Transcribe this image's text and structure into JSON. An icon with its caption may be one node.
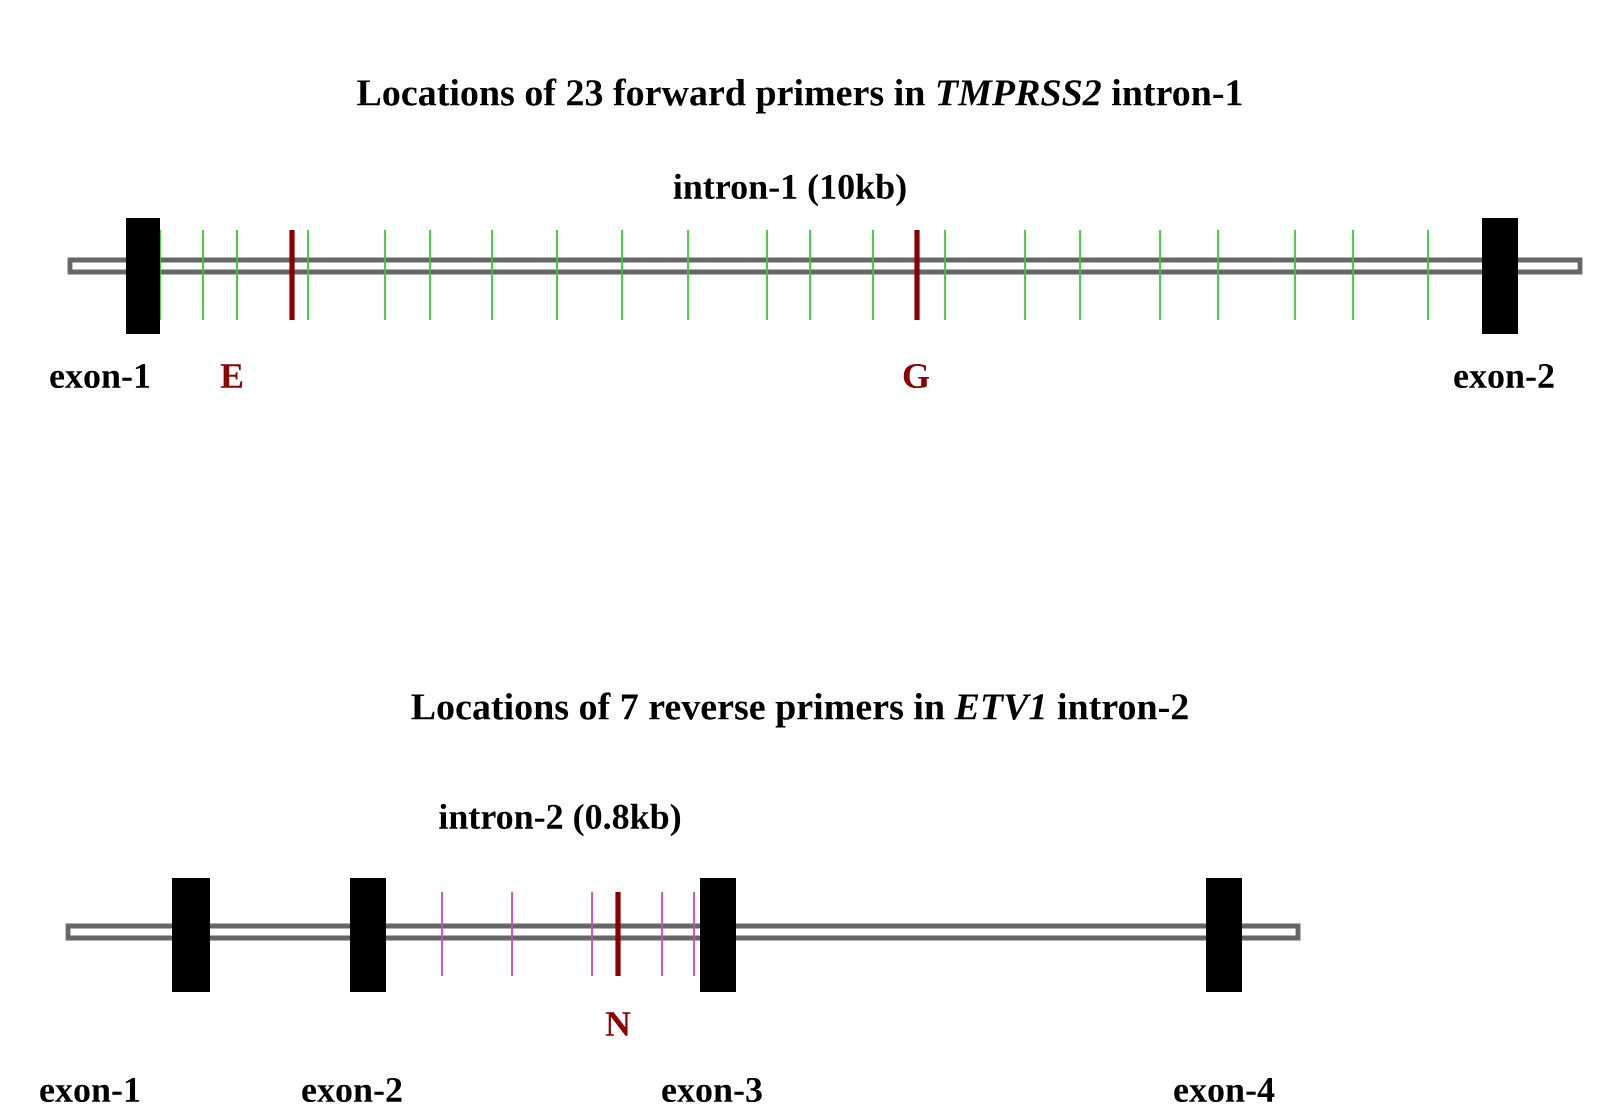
{
  "diagram": {
    "labels": [
      "Locations of 23 forward primers in *TMPRSS2* intron-1",
      "intron-1 (10kb)",
      "exon-1",
      "E",
      "G",
      "exon-2",
      "Locations of 7 reverse primers in *ETV1* intron-2",
      "intron-2 (0.8kb)",
      "N",
      "exon-1",
      "exon-2",
      "exon-3",
      "exon-4"
    ]
  }
}
